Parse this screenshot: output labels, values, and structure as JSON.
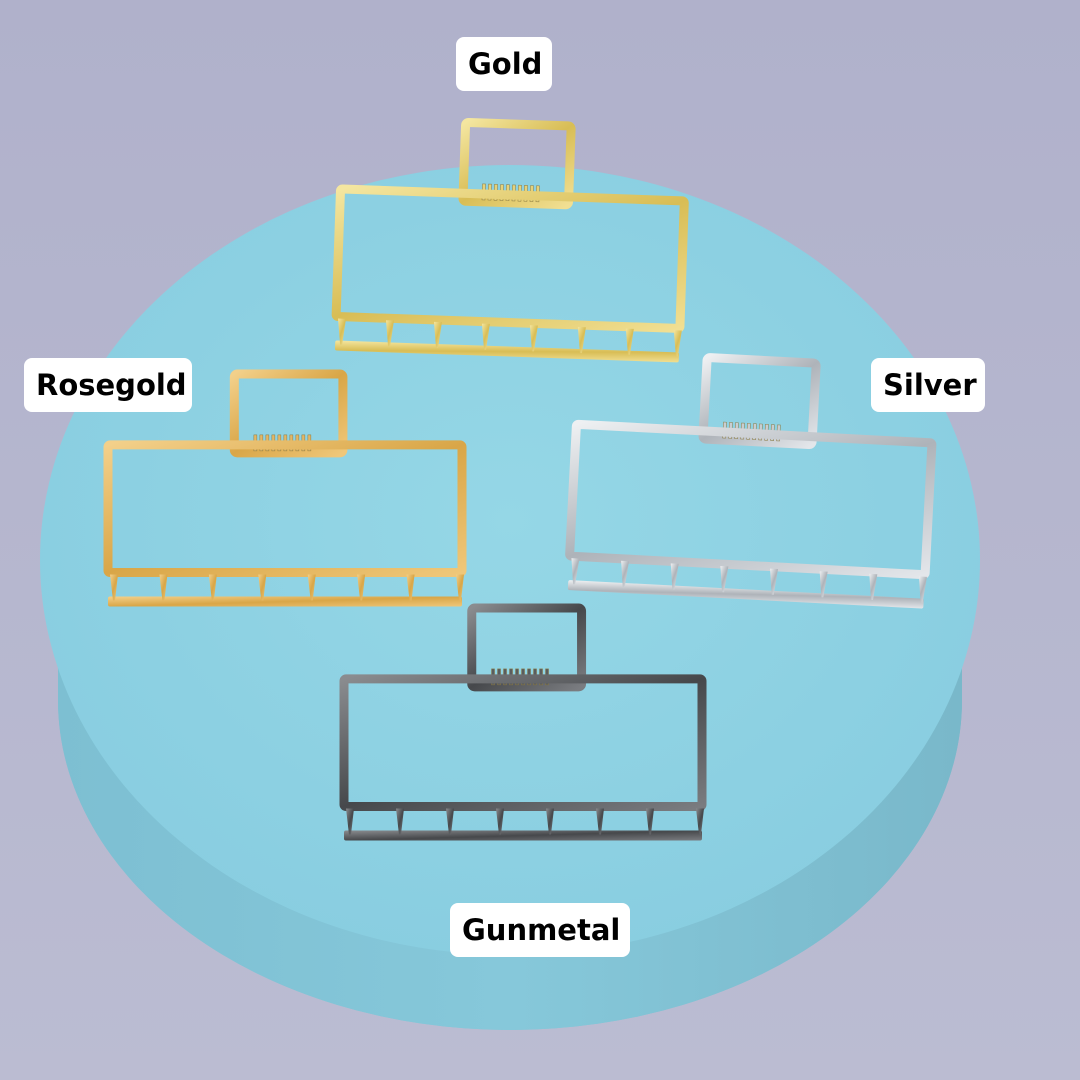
{
  "labels": {
    "gold": "Gold",
    "rosegold": "Rosegold",
    "silver": "Silver",
    "gunmetal": "Gunmetal"
  },
  "colors": {
    "background": "#b4b4cc",
    "pedestal_top": "#8fd3e3",
    "pedestal_side": "#7fc2d4",
    "gold": "#e6d27a",
    "rosegold": "#e3b768",
    "silver": "#c9cdd2",
    "gunmetal": "#5a5c5e"
  },
  "clips": [
    {
      "variant": "gold",
      "name": "gold-hair-clip"
    },
    {
      "variant": "rosegold",
      "name": "rosegold-hair-clip"
    },
    {
      "variant": "silver",
      "name": "silver-hair-clip"
    },
    {
      "variant": "gunmetal",
      "name": "gunmetal-hair-clip"
    }
  ]
}
